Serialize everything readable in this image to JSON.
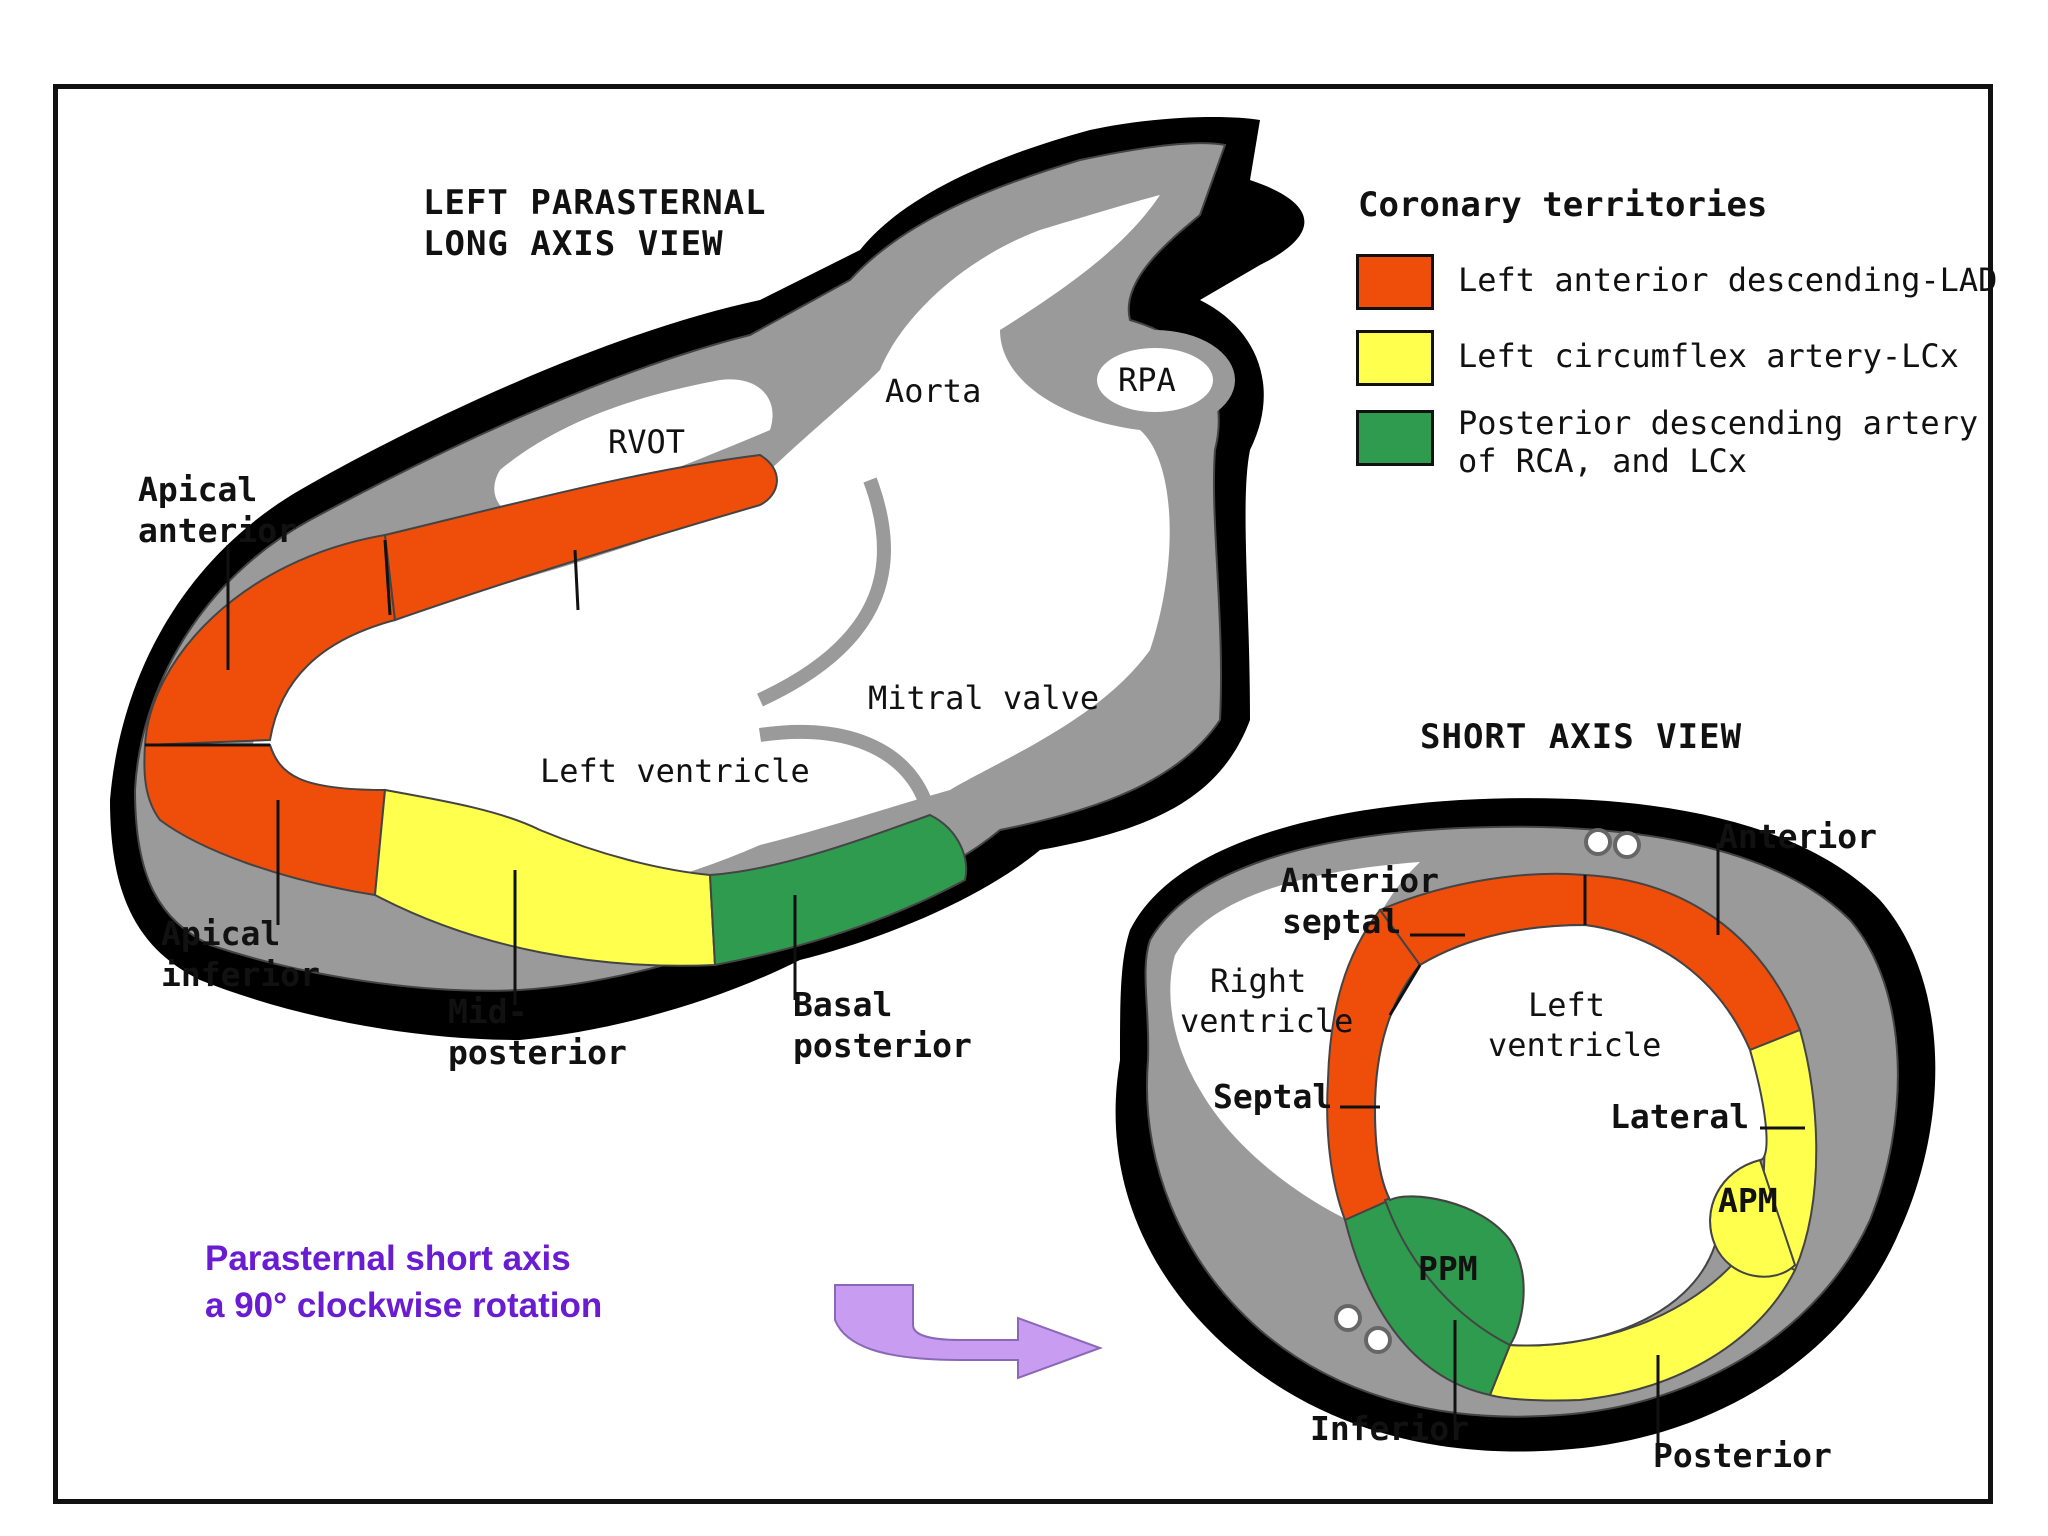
{
  "colors": {
    "lad": "#EE4E0A",
    "lcx": "#FFFF4D",
    "pda": "#2E9B4E",
    "wall": "#9A9A9A",
    "shadow": "#000000",
    "arrow": "#C89CF0",
    "rotation_text": "#6A1CD2"
  },
  "long_axis": {
    "title_line1": "LEFT PARASTERNAL",
    "title_line2": "LONG AXIS VIEW",
    "structures": {
      "aorta": "Aorta",
      "rpa": "RPA",
      "rvot": "RVOT",
      "mitral_valve": "Mitral valve",
      "left_ventricle": "Left ventricle"
    },
    "segments": {
      "apical_anterior_1": "Apical",
      "apical_anterior_2": "anterior",
      "apical_inferior_1": "Apical",
      "apical_inferior_2": "inferior",
      "mid_posterior_1": "Mid-",
      "mid_posterior_2": "posterior",
      "basal_posterior_1": "Basal",
      "basal_posterior_2": "posterior"
    }
  },
  "legend": {
    "title": "Coronary territories",
    "items": [
      {
        "label_1": "Left anterior descending-LAD",
        "label_2": "",
        "color": "#EE4E0A"
      },
      {
        "label_1": "Left circumflex artery-LCx",
        "label_2": "",
        "color": "#FFFF4D"
      },
      {
        "label_1": "Posterior descending artery",
        "label_2": "of RCA, and LCx",
        "color": "#2E9B4E"
      }
    ]
  },
  "short_axis": {
    "title": "SHORT AXIS VIEW",
    "structures": {
      "right_ventricle_1": "Right",
      "right_ventricle_2": "ventricle",
      "left_ventricle_1": "Left",
      "left_ventricle_2": "ventricle",
      "apm": "APM",
      "ppm": "PPM"
    },
    "segments": {
      "anterior": "Anterior",
      "anterior_septal_1": "Anterior",
      "anterior_septal_2": "septal",
      "septal": "Septal",
      "lateral": "Lateral",
      "inferior": "Inferior",
      "posterior": "Posterior"
    }
  },
  "rotation_note": {
    "line1": "Parasternal short axis",
    "line2": "a 90° clockwise rotation"
  }
}
